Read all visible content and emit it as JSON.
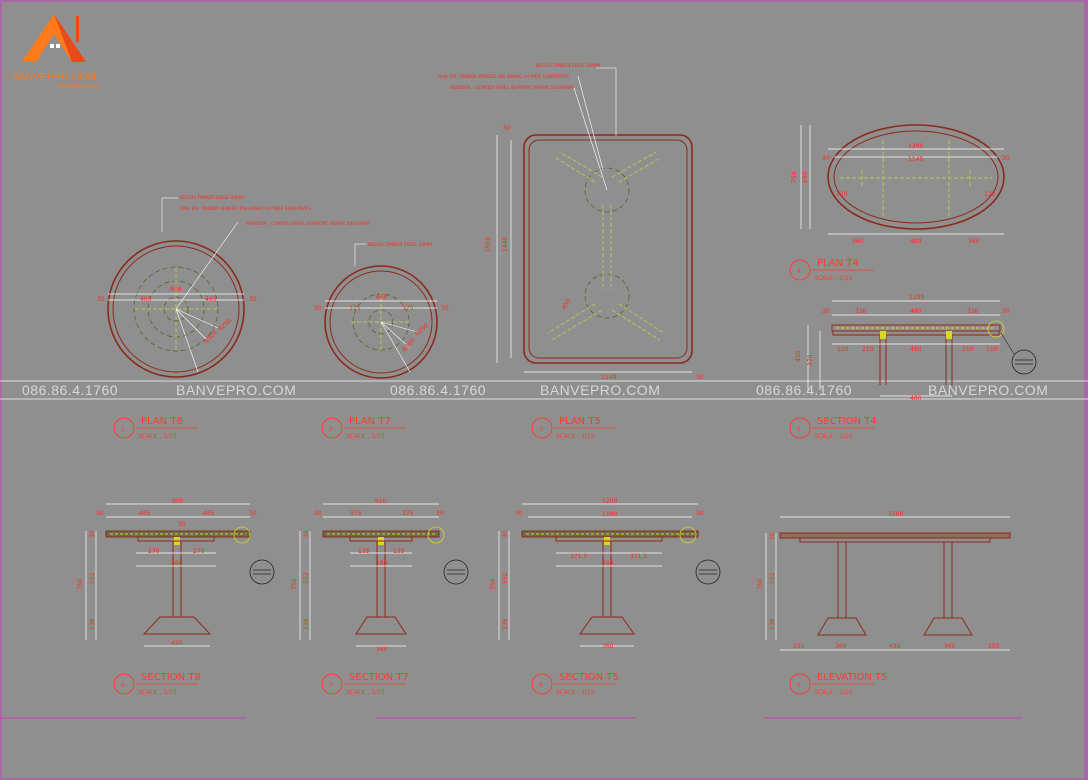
{
  "logo": {
    "name": "BANVEPRO.COM",
    "tagline": "BANVEPRO.COM"
  },
  "watermark": {
    "phone": "086.86.4.1760",
    "site": "BANVEPRO.COM"
  },
  "colors": {
    "background": "#8f8f8f",
    "outline": "#8b2a1a",
    "dim": "#ff2a1a",
    "frame": "#c8c85a",
    "title": "#ff3b2a",
    "magenta": "#c040c0"
  },
  "notes": {
    "t8": [
      "BEECH TIMBER EDGE 30MM",
      "OAK 1M. TIMBER VENEER ON 30MAC+H MDF SUBSTRATE",
      "POWDER - COATED STEEL SUPPORT FRAME 50x50MM"
    ],
    "t7": [
      "BEECH TIMBER EDGE 30MM"
    ],
    "t5": [
      "BEECH TIMBER EDGE 30MM",
      "OAK 1M. TIMBER VENEER ON 30MAC+H MDF SUBSTRATE",
      "POWDER - COATED STEEL SUPPORT FRAME 50x50MM"
    ]
  },
  "views": [
    {
      "id": "plan-t8",
      "title": "PLAN T8",
      "scale": "SCALE : 1/15",
      "num": "1"
    },
    {
      "id": "plan-t7",
      "title": "PLAN T7",
      "scale": "SCALE : 1/15",
      "num": "2"
    },
    {
      "id": "plan-t5",
      "title": "PLAN T5",
      "scale": "SCALE : 1/15",
      "num": "3"
    },
    {
      "id": "plan-t4",
      "title": "PLAN T4",
      "scale": "SCALE : 1/15",
      "num": "4"
    },
    {
      "id": "section-t4",
      "title": "SECTION T4",
      "scale": "SCALE : 1/15",
      "num": "5"
    },
    {
      "id": "section-t8",
      "title": "SECTION T8",
      "scale": "SCALE : 1/15",
      "num": "6"
    },
    {
      "id": "section-t7",
      "title": "SECTION T7",
      "scale": "SCALE : 1/15",
      "num": "7"
    },
    {
      "id": "section-t5",
      "title": "SECTION T5",
      "scale": "SCALE : 1/15",
      "num": "8"
    },
    {
      "id": "elevation-t5",
      "title": "ELEVATION T5",
      "scale": "SCALE : 1/15",
      "num": "9"
    }
  ],
  "dims": {
    "plan_t8": {
      "overall": "900",
      "left": "465",
      "right": "465",
      "edge": "30",
      "r1": "R200",
      "r2": "R300"
    },
    "plan_t7": {
      "overall": "600",
      "left": "375",
      "right": "375",
      "edge": "30",
      "r1": "R200",
      "r2": "R300"
    },
    "plan_t5": {
      "length": "1500",
      "inner": "1440",
      "width": "1140",
      "edge": "30",
      "leg": "450"
    },
    "plan_t4": {
      "outer": "1200",
      "inner": "1140",
      "height": "750",
      "inner_h": "690",
      "edge": "30",
      "side": "360",
      "mid": "480",
      "frame": "120"
    },
    "section_t4": {
      "overall": "1200",
      "a": "330",
      "b": "480",
      "c": "330",
      "base": "480",
      "edge": "30",
      "d1": "120",
      "d2": "210",
      "d3": "480",
      "d4": "210",
      "d5": "110",
      "h1": "450",
      "h2": "370"
    },
    "section_t8": {
      "overall": "900",
      "left": "465",
      "right": "465",
      "edge": "30",
      "frame_l": "270",
      "frame_r": "270",
      "mid": "360",
      "height": "750",
      "leg_h": "552",
      "base_h": "138",
      "base": "450",
      "top": "30"
    },
    "section_t7": {
      "overall": "610",
      "left": "375",
      "right": "375",
      "edge": "30",
      "frame_l": "135",
      "frame_r": "135",
      "mid": "180",
      "height": "750",
      "leg_h": "552",
      "base_h": "138",
      "base": "360",
      "top": "30"
    },
    "section_t5": {
      "overall": "1200",
      "inner": "1140",
      "edge": "30",
      "frame_l": "371.5",
      "frame_r": "371.5",
      "mid": "360",
      "height": "750",
      "leg_h": "552",
      "base_h": "138",
      "base": "360",
      "top": "30"
    },
    "elevation_t5": {
      "overall": "1560",
      "a": "250",
      "b": "360",
      "c": "430",
      "d": "360",
      "e": "250",
      "height": "750",
      "leg_h": "552",
      "base_h": "138",
      "top": "30"
    }
  }
}
